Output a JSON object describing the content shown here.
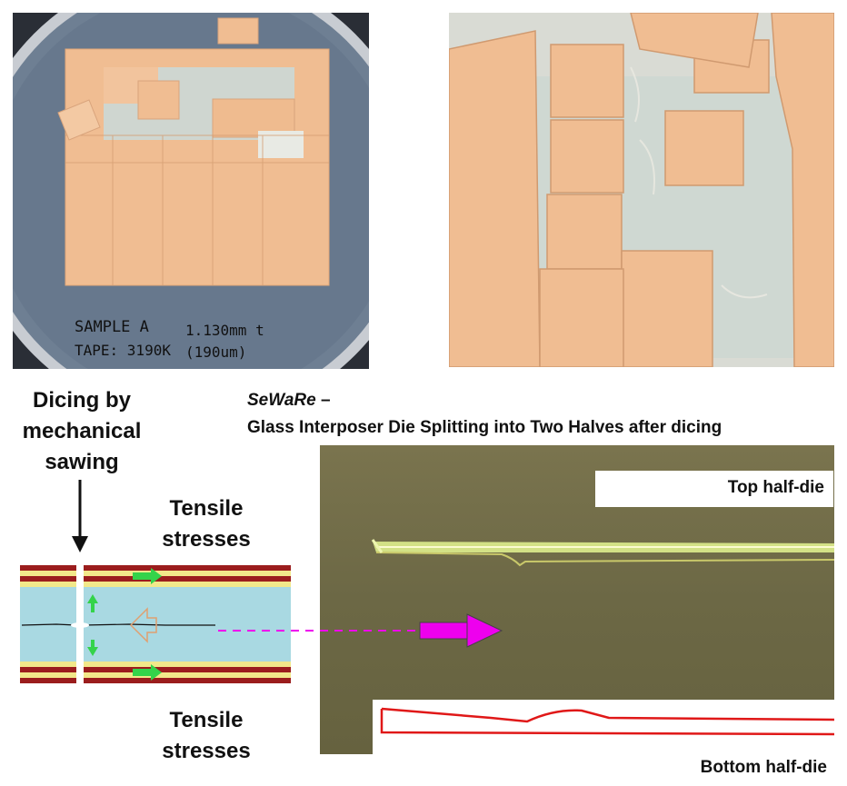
{
  "photos": {
    "left": {
      "handwriting_line1": "SAMPLE A",
      "handwriting_line1b": "1.130mm t",
      "handwriting_line2": "TAPE: 3190K",
      "handwriting_line2b": "(190um)"
    }
  },
  "schematic": {
    "dicing_label_lines": [
      "Dicing by",
      "mechanical",
      "sawing"
    ],
    "tensile_top_lines": [
      "Tensile",
      "stresses"
    ],
    "tensile_bottom_lines": [
      "Tensile",
      "stresses"
    ]
  },
  "title": {
    "italic_part": "SeWaRe",
    "dash": " –",
    "line2": "Glass Interposer Die Splitting into Two Halves after dicing"
  },
  "micrograph": {
    "top_label": "Top half-die",
    "bottom_label": "Bottom half-die"
  },
  "colors": {
    "glass": "#a9d9e2",
    "copper_red": "#9b1d1d",
    "yellow_layer": "#f2e88a",
    "green_arrow": "#34d34a",
    "magenta_arrow": "#ee00ee",
    "micrograph_bg": "#6e6a48",
    "profile_red": "#e01818",
    "tape": "#f0bd92",
    "chuck": "#6e7f93"
  }
}
